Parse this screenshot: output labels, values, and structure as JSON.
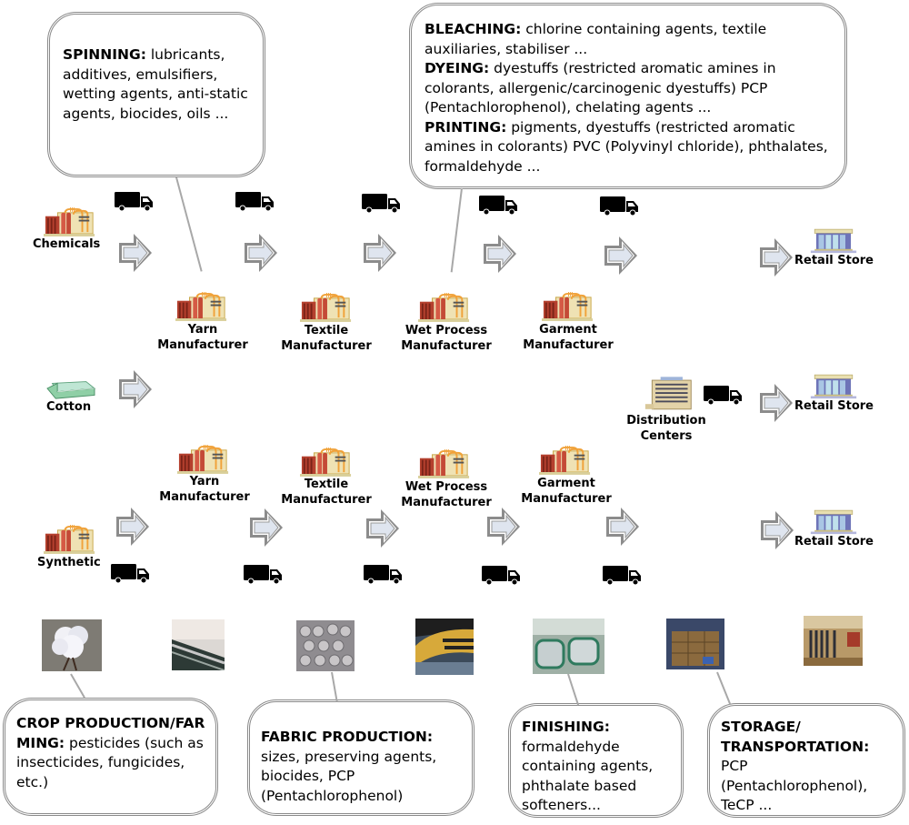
{
  "callouts": {
    "spinning": {
      "title": "SPINNING:",
      "text": " lubricants, additives, emulsifiers, wetting agents, anti-static agents, biocides, oils ..."
    },
    "bleaching": {
      "title": "BLEACHING:",
      "text": " chlorine containing agents, textile auxiliaries, stabiliser ..."
    },
    "dyeing": {
      "title": "DYEING:",
      "text": " dyestuffs (restricted aromatic amines in colorants, allergenic/carcinogenic dyestuffs) PCP (Pentachlorophenol), chelating agents ..."
    },
    "printing": {
      "title": "PRINTING:",
      "text": " pigments, dyestuffs (restricted aromatic amines in colorants) PVC (Polyvinyl chloride), phthalates, formaldehyde ..."
    },
    "crop": {
      "title": "CROP PRODUCTION/FARMING:",
      "text": " pesticides (such as insecticides, fungicides, etc.)"
    },
    "fabric": {
      "title": "FABRIC PRODUCTION:",
      "text": " sizes, preserving agents, biocides, PCP (Pentachlorophenol)"
    },
    "finishing": {
      "title": "FINISHING:",
      "text": " formaldehyde containing agents, phthalate based softeners..."
    },
    "storage": {
      "title": "STORAGE/ TRANSPORTATION:",
      "text": " PCP (Pentachlorophenol), TeCP ..."
    }
  },
  "nodes": {
    "chemicals": "Chemicals",
    "cotton": "Cotton",
    "synthetic": "Synthetic",
    "yarn_top": "Yarn Manufacturer",
    "textile_top": "Textile Manufacturer",
    "wet_top": "Wet Process Manufacturer",
    "garment_top": "Garment Manufacturer",
    "yarn_bottom": "Yarn Manufacturer",
    "textile_bottom": "Textile Manufacturer",
    "wet_bottom": "Wet Process Manufacturer",
    "garment_bottom": "Garment Manufacturer",
    "distribution": "Distribution Centers",
    "retail_1": "Retail Store",
    "retail_2": "Retail Store",
    "retail_3": "Retail Store"
  },
  "photos": [
    {
      "name": "cotton-boll-photo",
      "icon": "cotton-boll"
    },
    {
      "name": "spinning-photo",
      "icon": "spinning-machine"
    },
    {
      "name": "fabric-rolls-photo",
      "icon": "fabric-rolls"
    },
    {
      "name": "dyeing-photo",
      "icon": "dye-rollers"
    },
    {
      "name": "finishing-photo",
      "icon": "washing-drums"
    },
    {
      "name": "warehouse-photo",
      "icon": "warehouse-boxes"
    },
    {
      "name": "store-photo",
      "icon": "clothing-racks"
    }
  ],
  "colors": {
    "bubble_border": "#8a8a8a",
    "leader_line": "#a8a8a8",
    "arrow_fill": "#e4e9f2",
    "arrow_stroke": "#8c8c8c",
    "truck": "#000000"
  }
}
